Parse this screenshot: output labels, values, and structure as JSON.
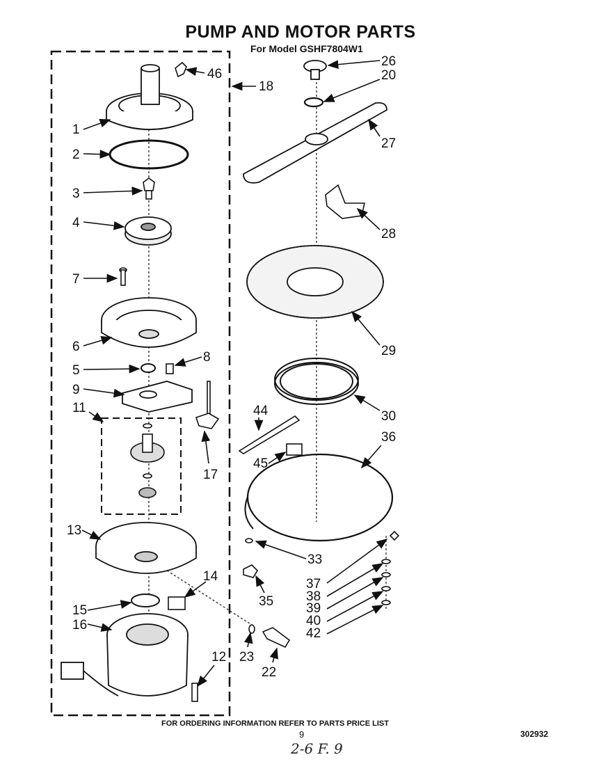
{
  "title": "PUMP AND MOTOR PARTS",
  "subtitle": "For Model GSHF7804W1",
  "footer": "FOR ORDERING INFORMATION REFER TO PARTS PRICE LIST",
  "page_number": "9",
  "document_number": "302932",
  "handwritten_note": "2-6 F. 9",
  "callouts": [
    {
      "id": "1",
      "label": "1"
    },
    {
      "id": "2",
      "label": "2"
    },
    {
      "id": "3",
      "label": "3"
    },
    {
      "id": "4",
      "label": "4"
    },
    {
      "id": "5",
      "label": "5"
    },
    {
      "id": "6",
      "label": "6"
    },
    {
      "id": "7",
      "label": "7"
    },
    {
      "id": "8",
      "label": "8"
    },
    {
      "id": "9",
      "label": "9"
    },
    {
      "id": "11",
      "label": "11"
    },
    {
      "id": "12",
      "label": "12"
    },
    {
      "id": "13",
      "label": "13"
    },
    {
      "id": "14",
      "label": "14"
    },
    {
      "id": "15",
      "label": "15"
    },
    {
      "id": "16",
      "label": "16"
    },
    {
      "id": "17",
      "label": "17"
    },
    {
      "id": "18",
      "label": "18"
    },
    {
      "id": "20",
      "label": "20"
    },
    {
      "id": "22",
      "label": "22"
    },
    {
      "id": "23",
      "label": "23"
    },
    {
      "id": "26",
      "label": "26"
    },
    {
      "id": "27",
      "label": "27"
    },
    {
      "id": "28",
      "label": "28"
    },
    {
      "id": "29",
      "label": "29"
    },
    {
      "id": "30",
      "label": "30"
    },
    {
      "id": "33",
      "label": "33"
    },
    {
      "id": "35",
      "label": "35"
    },
    {
      "id": "36",
      "label": "36"
    },
    {
      "id": "37",
      "label": "37"
    },
    {
      "id": "38",
      "label": "38"
    },
    {
      "id": "39",
      "label": "39"
    },
    {
      "id": "40",
      "label": "40"
    },
    {
      "id": "42",
      "label": "42"
    },
    {
      "id": "44",
      "label": "44"
    },
    {
      "id": "45",
      "label": "45"
    },
    {
      "id": "46",
      "label": "46"
    }
  ]
}
